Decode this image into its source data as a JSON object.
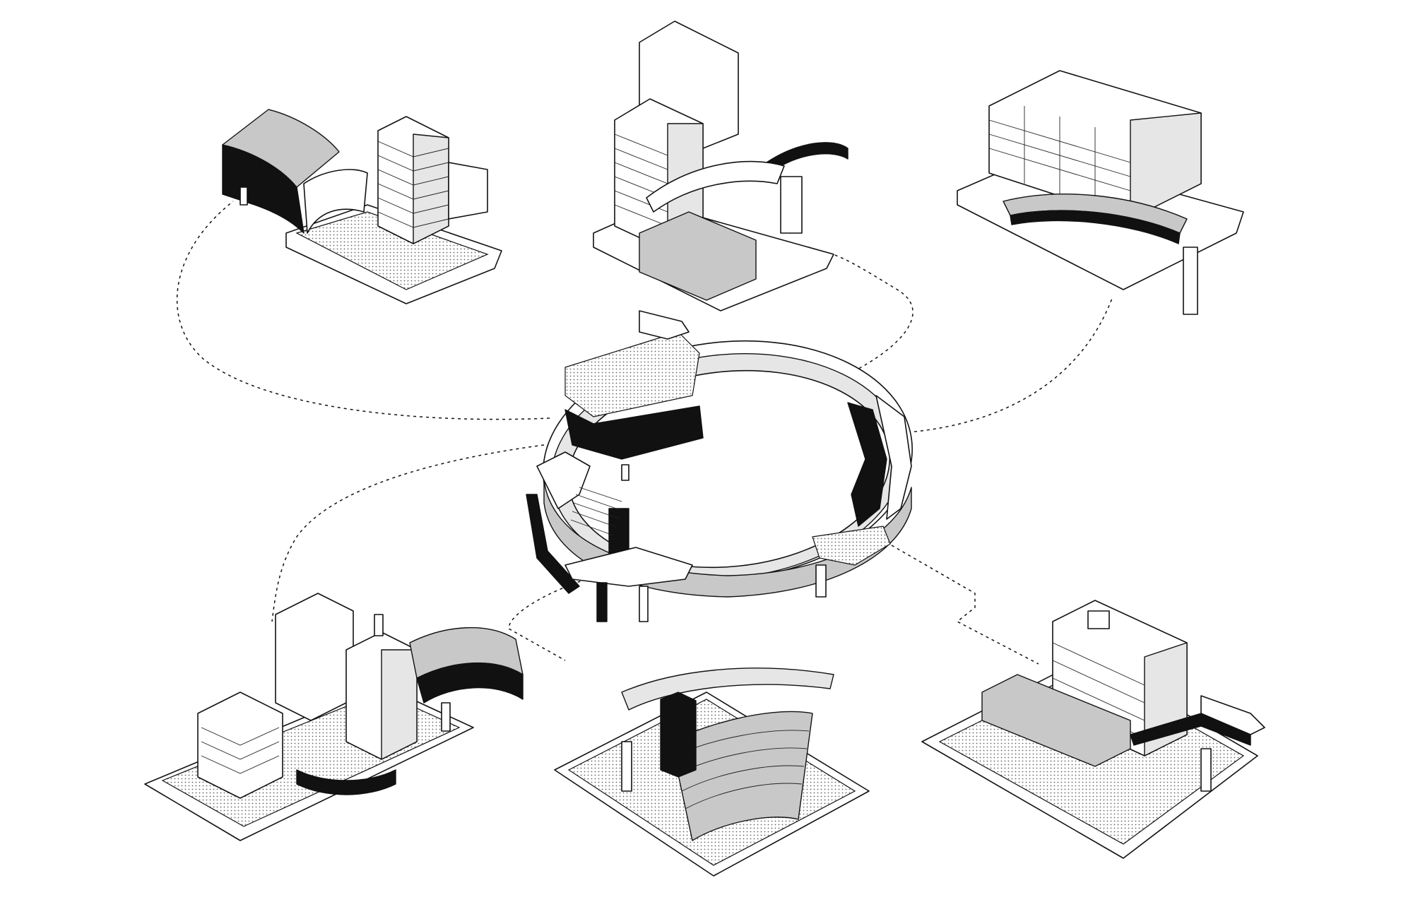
{
  "diagram": {
    "hub": {
      "id": "central-ring",
      "type": "elliptical elevated ring structure"
    },
    "satellites": [
      {
        "id": "building-top-left"
      },
      {
        "id": "building-top-center"
      },
      {
        "id": "building-top-right"
      },
      {
        "id": "building-bottom-left"
      },
      {
        "id": "building-bottom-center"
      },
      {
        "id": "building-bottom-right"
      }
    ],
    "connections": [
      {
        "from": "central-ring",
        "to": "building-top-left",
        "style": "dashed"
      },
      {
        "from": "central-ring",
        "to": "building-top-center",
        "style": "dashed"
      },
      {
        "from": "central-ring",
        "to": "building-top-right",
        "style": "dashed"
      },
      {
        "from": "central-ring",
        "to": "building-bottom-left",
        "style": "dashed"
      },
      {
        "from": "central-ring",
        "to": "building-bottom-center",
        "style": "dashed"
      },
      {
        "from": "central-ring",
        "to": "building-bottom-right",
        "style": "dashed"
      }
    ],
    "colors": {
      "line": "#111111",
      "background": "#ffffff",
      "fill_light": "#e6e6e6",
      "fill_mid": "#c8c8c8",
      "fill_dark": "#111111"
    }
  }
}
